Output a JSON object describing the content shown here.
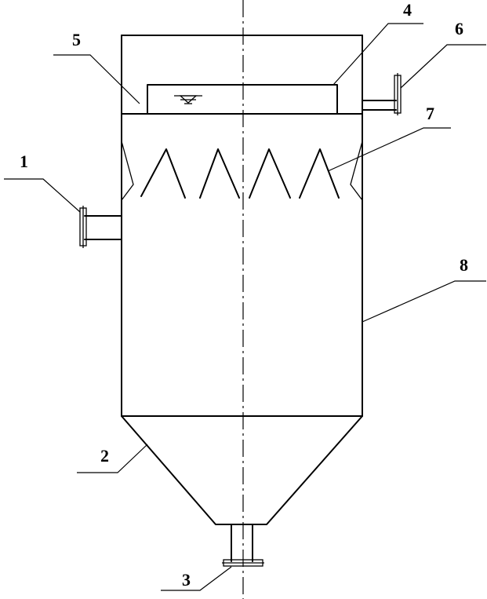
{
  "labels": {
    "l1": "1",
    "l2": "2",
    "l3": "3",
    "l4": "4",
    "l5": "5",
    "l6": "6",
    "l7": "7",
    "l8": "8"
  },
  "colors": {
    "line": "#000000",
    "background": "#ffffff"
  },
  "icons": {
    "water_level": "water-level-symbol"
  }
}
